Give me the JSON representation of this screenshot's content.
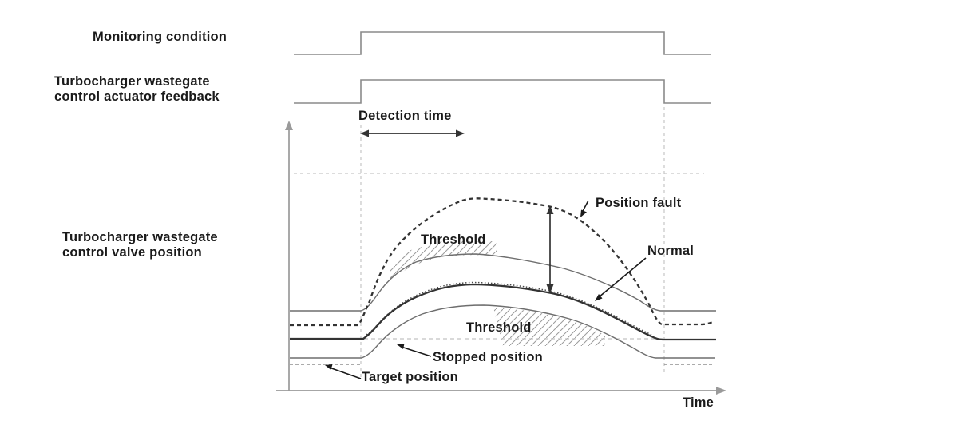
{
  "colors": {
    "ink": "#1a1a1a",
    "wave": "#8a8a8a",
    "axis": "#9a9a9a",
    "dark": "#333333",
    "thin": "#6e6e6e",
    "guide": "#c6c6c6",
    "lightdash": "#c2c2c2",
    "mediumdash": "#8f8f8f",
    "dotted": "#4a4a4a",
    "hatch": "#9a9a9a"
  },
  "left_labels": {
    "monitoring_condition": "Monitoring condition",
    "actuator_feedback_line1": "Turbocharger wastegate",
    "actuator_feedback_line2": "control actuator feedback",
    "valve_position_line1": "Turbocharger wastegate",
    "valve_position_line2": "control valve position"
  },
  "annotations": {
    "detection_time": "Detection time",
    "threshold_upper": "Threshold",
    "threshold_lower": "Threshold",
    "position_fault": "Position fault",
    "normal": "Normal",
    "stopped_position": "Stopped position",
    "target_position": "Target position",
    "time_axis": "Time"
  }
}
